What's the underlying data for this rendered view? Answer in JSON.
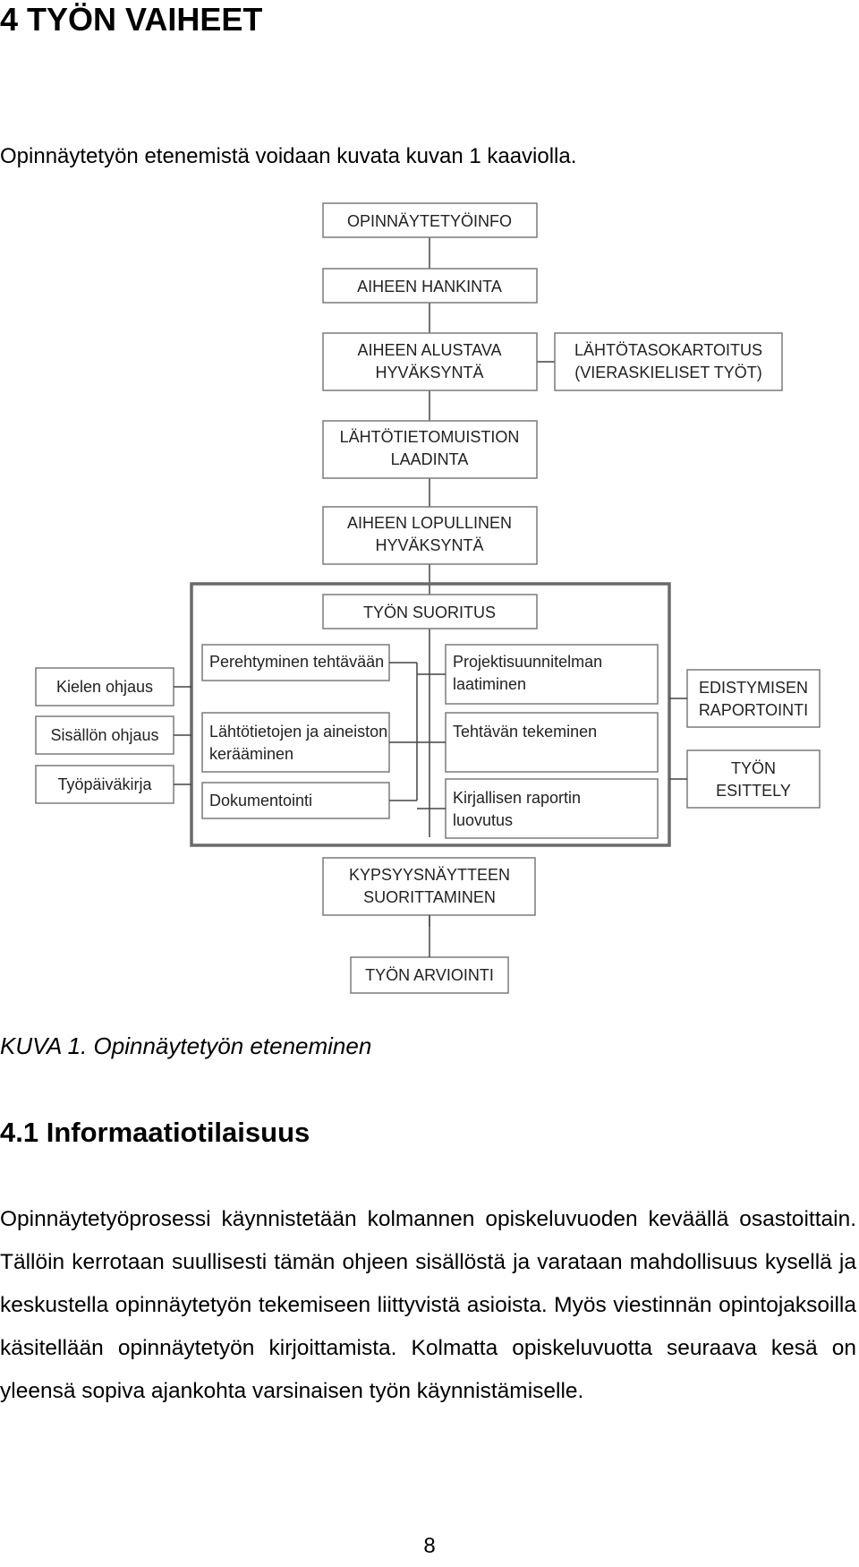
{
  "heading": "4 TYÖN VAIHEET",
  "intro": "Opinnäytetyön etenemistä voidaan kuvata kuvan 1 kaaviolla.",
  "diagram": {
    "info": "OPINNÄYTETYÖINFO",
    "hankinta": "AIHEEN HANKINTA",
    "alustava": [
      "AIHEEN ALUSTAVA",
      "HYVÄKSYNTÄ"
    ],
    "lahtotaso": [
      "LÄHTÖTASOKARTOITUS",
      "(VIERASKIELISET TYÖT)"
    ],
    "muistio": [
      "LÄHTÖTIETOMUISTION",
      "LAADINTA"
    ],
    "lopullinen": [
      "AIHEEN LOPULLINEN",
      "HYVÄKSYNTÄ"
    ],
    "suoritus": "TYÖN SUORITUS",
    "left": [
      "Kielen ohjaus",
      "Sisällön ohjaus",
      "Työpäiväkirja"
    ],
    "col1": {
      "a": [
        "Perehtyminen tehtävään"
      ],
      "b": [
        "Lähtötietojen ja aineiston",
        "kerääminen"
      ],
      "c": [
        "Dokumentointi"
      ]
    },
    "col2": {
      "a": [
        "Projektisuunnitelman",
        "laatiminen"
      ],
      "b": [
        "Tehtävän tekeminen"
      ],
      "c": [
        "Kirjallisen raportin",
        "luovutus"
      ]
    },
    "right": {
      "a": [
        "EDISTYMISEN",
        "RAPORTOINTI"
      ],
      "b": [
        "TYÖN",
        "ESITTELY"
      ]
    },
    "kypsyys": [
      "KYPSYYSNÄYTTEEN",
      "SUORITTAMINEN"
    ],
    "arviointi": "TYÖN ARVIOINTI"
  },
  "caption": "KUVA 1. Opinnäytetyön eteneminen",
  "subheading": "4.1 Informaatiotilaisuus",
  "paragraph": "Opinnäytetyöprosessi käynnistetään kolmannen opiskeluvuoden keväällä osastoittain. Tällöin kerrotaan suullisesti tämän ohjeen sisällöstä ja varataan mahdollisuus kysellä ja keskustella opinnäytetyön tekemiseen liittyvistä asioista. Myös viestinnän opintojaksoilla käsitellään opinnäytetyön kirjoittamista. Kolmatta opiskeluvuotta seuraava kesä on yleensä sopiva ajankohta varsinaisen työn käynnistämiselle.",
  "page_number": "8"
}
